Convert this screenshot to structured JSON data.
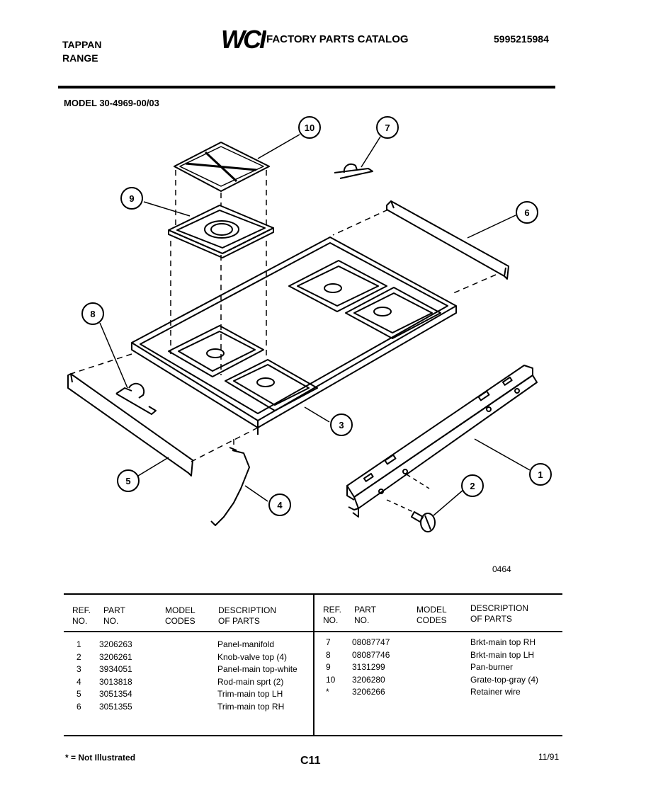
{
  "header": {
    "brand_line1": "TAPPAN",
    "brand_line2": "RANGE",
    "logo_text": "WCI",
    "catalog_title": "FACTORY PARTS CATALOG",
    "catalog_number": "5995215984",
    "model": "MODEL 30-4969-00/03"
  },
  "diagram": {
    "callouts": [
      "1",
      "2",
      "3",
      "4",
      "5",
      "6",
      "7",
      "8",
      "9",
      "10"
    ],
    "figure_code": "0464"
  },
  "table": {
    "headers": {
      "ref_no": [
        "REF.",
        "NO."
      ],
      "part_no": [
        "PART",
        "NO."
      ],
      "model_codes": [
        "MODEL",
        "CODES"
      ],
      "description": [
        "DESCRIPTION",
        "OF PARTS"
      ]
    },
    "left": [
      {
        "ref": "1",
        "part": "3206263",
        "desc": "Panel-manifold"
      },
      {
        "ref": "2",
        "part": "3206261",
        "desc": "Knob-valve top (4)"
      },
      {
        "ref": "3",
        "part": "3934051",
        "desc": "Panel-main top-white"
      },
      {
        "ref": "4",
        "part": "3013818",
        "desc": "Rod-main sprt (2)"
      },
      {
        "ref": "5",
        "part": "3051354",
        "desc": "Trim-main top LH"
      },
      {
        "ref": "6",
        "part": "3051355",
        "desc": "Trim-main top RH"
      }
    ],
    "right": [
      {
        "ref": "7",
        "part": "08087747",
        "desc": "Brkt-main top RH"
      },
      {
        "ref": "8",
        "part": "08087746",
        "desc": "Brkt-main top LH"
      },
      {
        "ref": "9",
        "part": "3131299",
        "desc": "Pan-burner"
      },
      {
        "ref": "10",
        "part": "3206280",
        "desc": "Grate-top-gray (4)"
      },
      {
        "ref": "*",
        "part": "3206266",
        "desc": "Retainer wire"
      }
    ]
  },
  "footer": {
    "note": "* = Not Illustrated",
    "page_code": "C11",
    "date": "11/91"
  }
}
